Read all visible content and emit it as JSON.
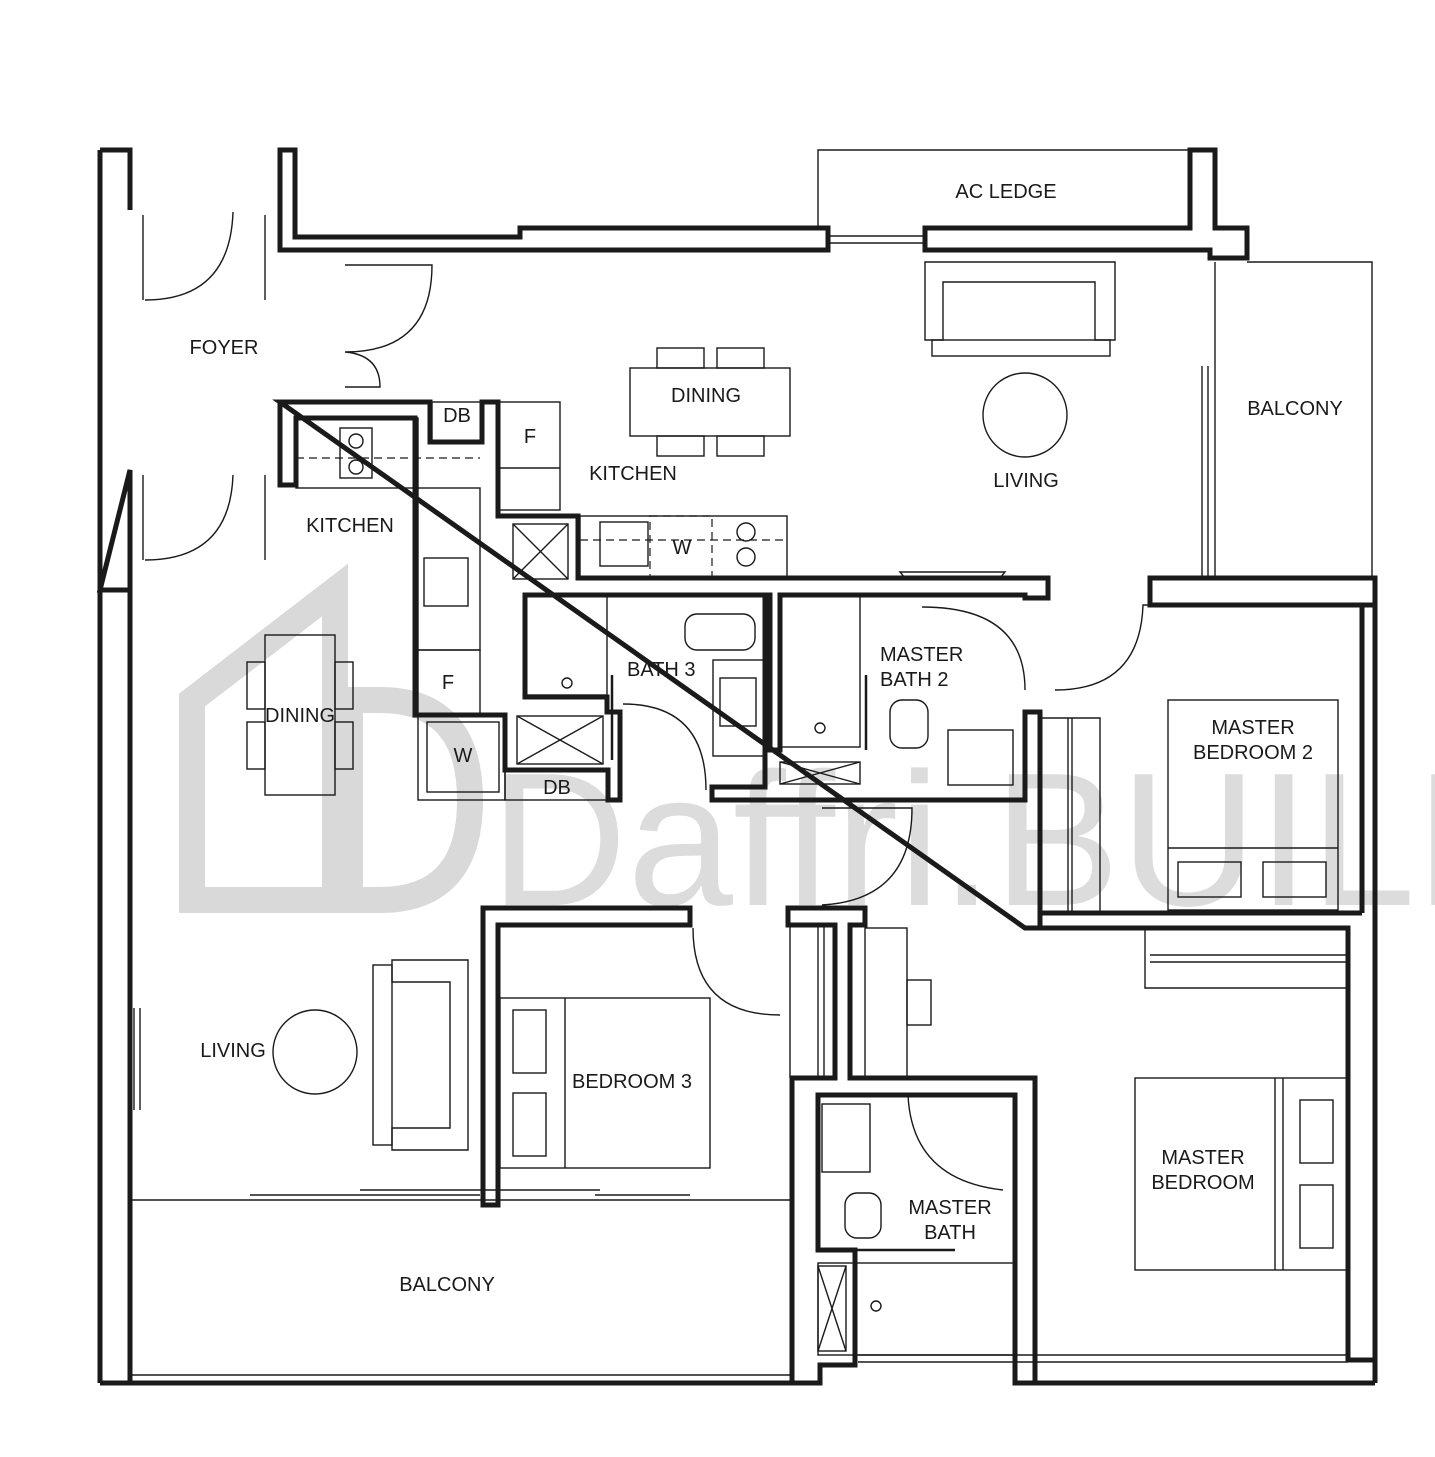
{
  "watermark": {
    "brand": "Daffri.BUILD"
  },
  "rooms": {
    "ac_ledge": "AC LEDGE",
    "foyer": "FOYER",
    "dining_main": "DINING",
    "kitchen_main": "KITCHEN",
    "living_main": "LIVING",
    "balcony_right": "BALCONY",
    "kitchen_left": "KITCHEN",
    "dining_left": "DINING",
    "bath3": "BATH 3",
    "master_bath2_line1": "MASTER",
    "master_bath2_line2": "BATH 2",
    "master_bedroom2_line1": "MASTER",
    "master_bedroom2_line2": "BEDROOM 2",
    "living_left": "LIVING",
    "bedroom3": "BEDROOM 3",
    "master_bath_line1": "MASTER",
    "master_bath_line2": "BATH",
    "master_bedroom_line1": "MASTER",
    "master_bedroom_line2": "BEDROOM",
    "balcony_bottom": "BALCONY"
  },
  "fixtures": {
    "db_top": "DB",
    "db_bottom": "DB",
    "fridge_top": "F",
    "fridge_left": "F",
    "washer_top": "W",
    "washer_left": "W"
  }
}
